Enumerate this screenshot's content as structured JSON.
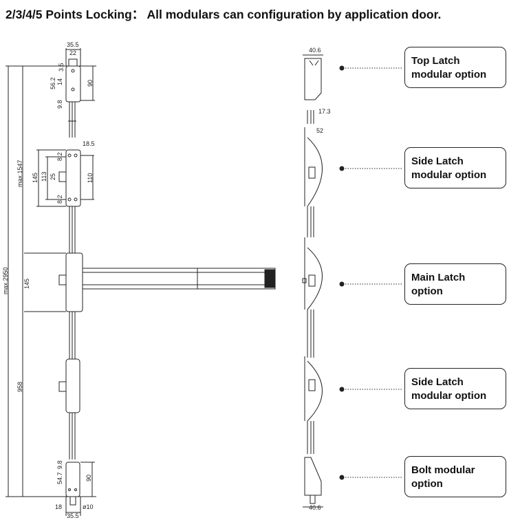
{
  "title": "2/3/4/5 Points Locking： All modulars can configuration by application door.",
  "callouts": [
    {
      "line1": "Top Latch",
      "line2": "modular option"
    },
    {
      "line1": "Side Latch",
      "line2": "modular option"
    },
    {
      "line1": "Main Latch",
      "line2": "option"
    },
    {
      "line1": "Side Latch",
      "line2": "modular option"
    },
    {
      "line1": "Bolt modular",
      "line2": "option"
    }
  ],
  "dimensions": {
    "top_width": "35.5",
    "top_inner": "22",
    "top_35": "3.5",
    "top_562": "56.2",
    "top_14": "14",
    "top_98": "9.8",
    "top_90": "90",
    "side_185": "18.5",
    "side_145": "145",
    "side_113": "113",
    "side_25": "25",
    "side_82a": "8.2",
    "side_82b": "8.2",
    "side_110": "110",
    "max1547": "max.1547",
    "max2950": "max.2950",
    "main_145": "145",
    "d958": "958",
    "bolt_98": "9.8",
    "bolt_547": "54.7",
    "bolt_90": "90",
    "bolt_18": "18",
    "bolt_phi10": "ø10",
    "bolt_width": "35.5",
    "r_top_406": "40.6",
    "r_top_173": "17.3",
    "r_side_52": "52",
    "r_bolt_406": "40.6"
  }
}
